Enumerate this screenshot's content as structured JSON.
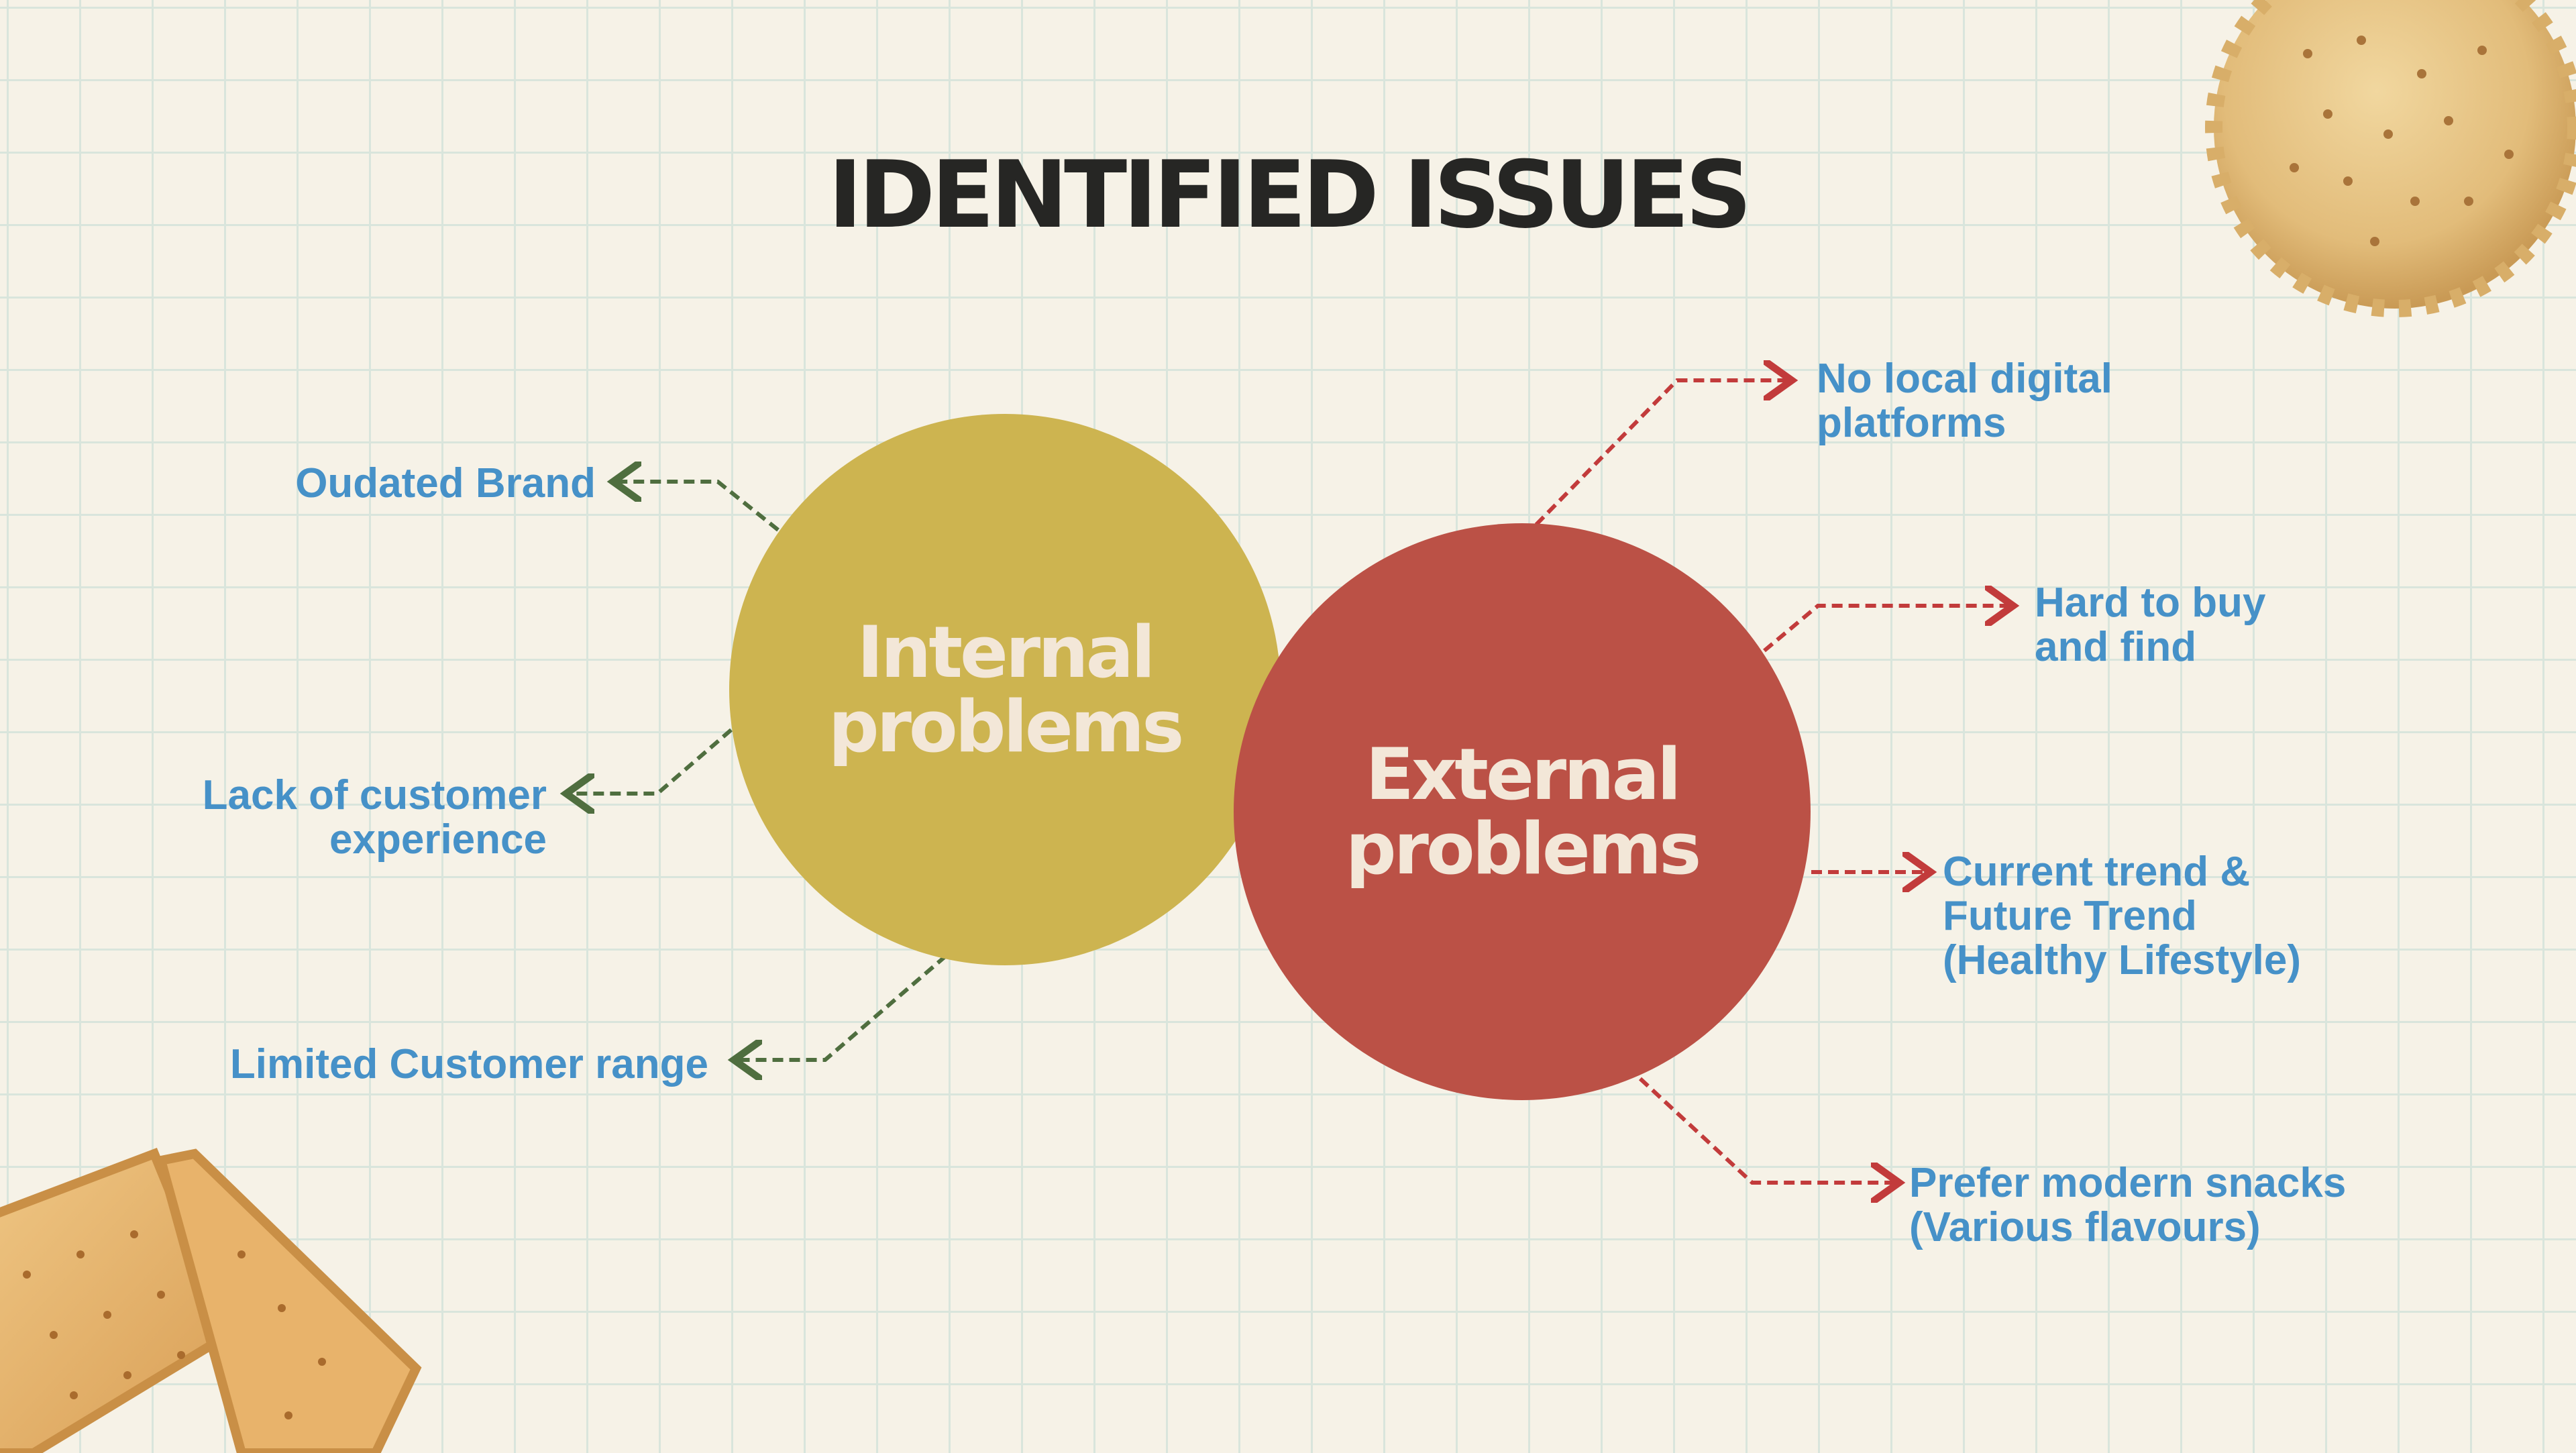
{
  "title": "IDENTIFIED ISSUES",
  "internal": {
    "label": "Internal\nproblems",
    "color": "#cdb450",
    "items": [
      "Oudated Brand",
      "Lack of customer\nexperience",
      "Limited Customer range"
    ]
  },
  "external": {
    "label": "External\nproblems",
    "color": "#bb5146",
    "items": [
      "No local digital\nplatforms",
      "Hard to buy\nand find",
      "Current trend &\nFuture Trend\n(Healthy Lifestyle)",
      "Prefer modern snacks\n(Various flavours)"
    ]
  },
  "colors": {
    "label_text": "#4691c8",
    "internal_connector": "#4f6e3f",
    "external_connector": "#c23b3b"
  }
}
